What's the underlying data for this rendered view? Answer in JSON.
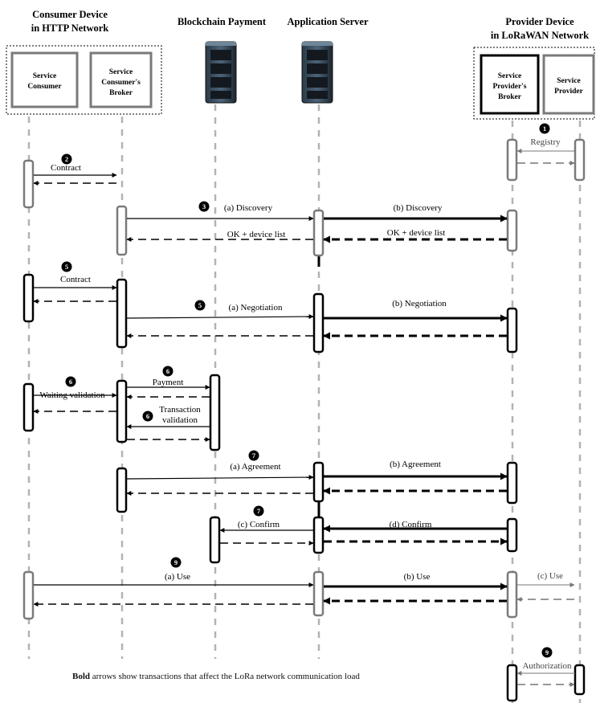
{
  "groups": {
    "consumer_title_l1": "Consumer Device",
    "consumer_title_l2": "in HTTP Network",
    "blockchain_title": "Blockchain Payment",
    "server_title": "Application  Server",
    "provider_title_l1": "Provider  Device",
    "provider_title_l2": "in LoRaWAN Network"
  },
  "actors": {
    "service_consumer": [
      "Service",
      "Consumer"
    ],
    "consumer_broker": [
      "Service",
      "Consumer's",
      "Broker"
    ],
    "provider_broker": [
      "Service",
      "Provider's",
      "Broker"
    ],
    "service_provider": [
      "Service",
      "Provider"
    ]
  },
  "steps": {
    "s1": "1",
    "s2": "2",
    "s3": "3",
    "s5a": "5",
    "s5b": "5",
    "s6a": "6",
    "s6b": "6",
    "s6c": "6",
    "s7a": "7",
    "s7b": "7",
    "s9a": "9",
    "s9b": "9"
  },
  "messages": {
    "registry": "Registry",
    "contract_1": "Contract",
    "discovery_a": "(a) Discovery",
    "discovery_b": "(b) Discovery",
    "ok_list_1": "OK + device list",
    "ok_list_2": "OK + device list",
    "contract_2": "Contract",
    "negotiation_a": "(a) Negotiation",
    "negotiation_b": "(b)  Negotiation",
    "waiting_validation": "Waiting validation",
    "payment": "Payment",
    "transaction_l1": "Transaction",
    "transaction_l2": "validation",
    "agreement_a": "(a) Agreement",
    "agreement_b": "(b)  Agreement",
    "confirm_c": "(c) Confirm",
    "confirm_d": "(d)  Confirm",
    "use_a": "(a) Use",
    "use_b": "(b)  Use",
    "use_c": "(c)  Use",
    "authorization": "Authorization"
  },
  "footnote": {
    "bold": "Bold",
    "rest": " arrows show transactions that affect the LoRa network communication load"
  }
}
